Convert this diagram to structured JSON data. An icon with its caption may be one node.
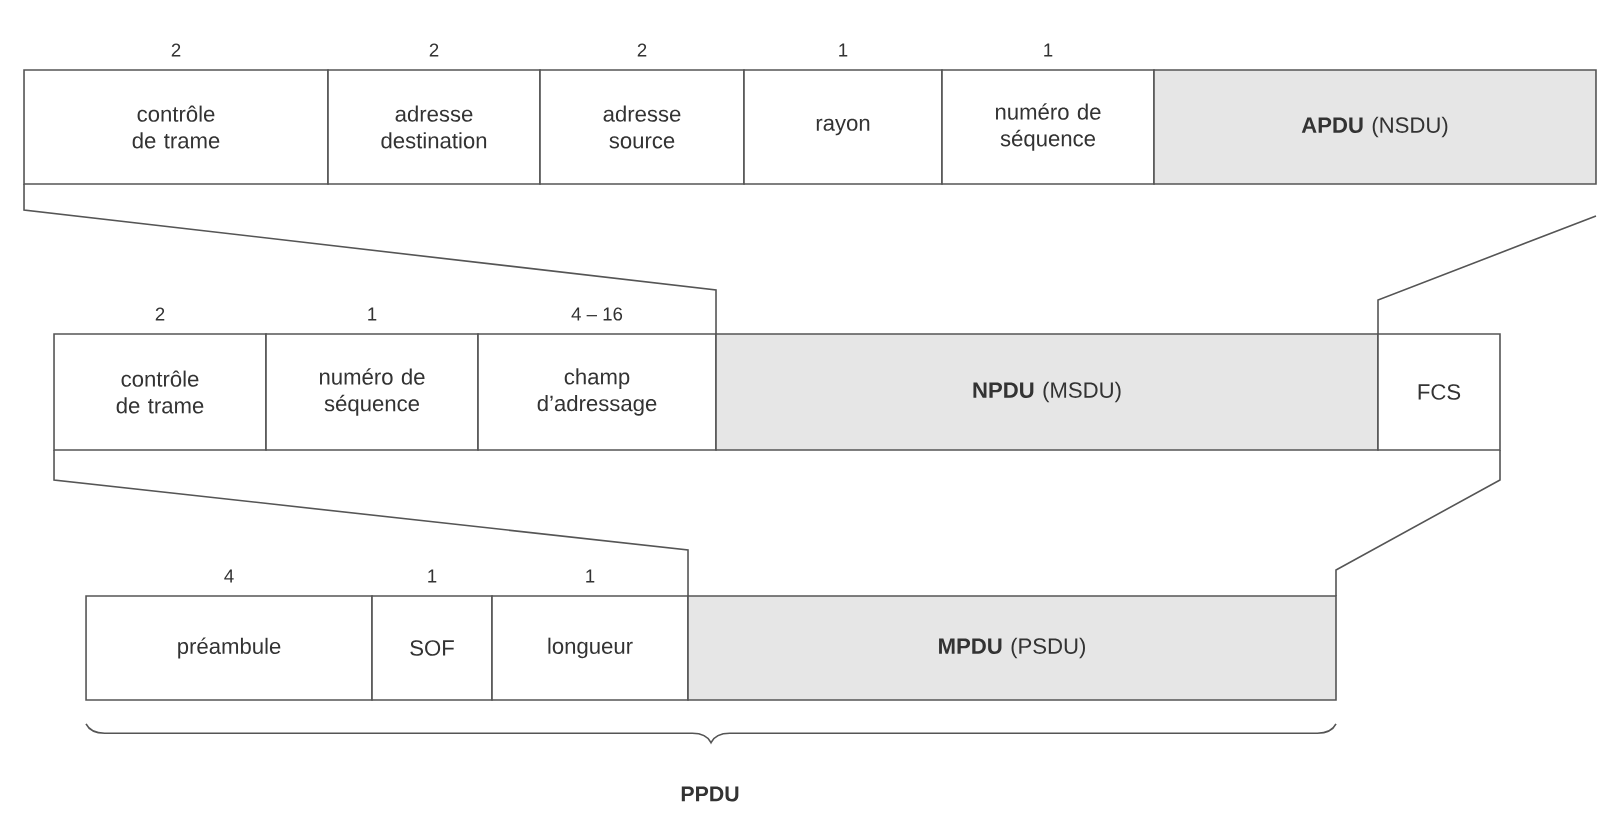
{
  "diagram": {
    "nodes": [
      {
        "text": [
          "contrôle de trame"
        ],
        "beside": [
          "2"
        ]
      },
      {
        "text": [
          "adresse destination"
        ],
        "beside": [
          "2"
        ]
      },
      {
        "text": [
          "adresse source"
        ],
        "beside": [
          "2"
        ]
      },
      {
        "text": [
          "rayon"
        ],
        "beside": [
          "1"
        ]
      },
      {
        "text": [
          "numéro de séquence"
        ],
        "beside": [
          "1"
        ]
      },
      {
        "text": [
          "**APDU** (NSDU)"
        ]
      },
      {
        "text": [
          "contrôle de trame"
        ],
        "beside": [
          "2"
        ]
      },
      {
        "text": [
          "numéro de séquence"
        ],
        "beside": [
          "1"
        ]
      },
      {
        "text": [
          "champ d’adressage"
        ],
        "beside": [
          "4 – 16"
        ]
      },
      {
        "text": [
          "**NPDU** (MSDU)"
        ]
      },
      {
        "text": [
          "FCS"
        ]
      },
      {
        "text": [
          "préambule"
        ],
        "beside": [
          "4"
        ]
      },
      {
        "text": [
          "SOF"
        ],
        "beside": [
          "1"
        ]
      },
      {
        "text": [
          "longueur"
        ],
        "beside": [
          "1"
        ]
      },
      {
        "text": [
          "**MPDU** (PSDU)"
        ]
      }
    ],
    "labels": [
      "PPDU"
    ]
  }
}
